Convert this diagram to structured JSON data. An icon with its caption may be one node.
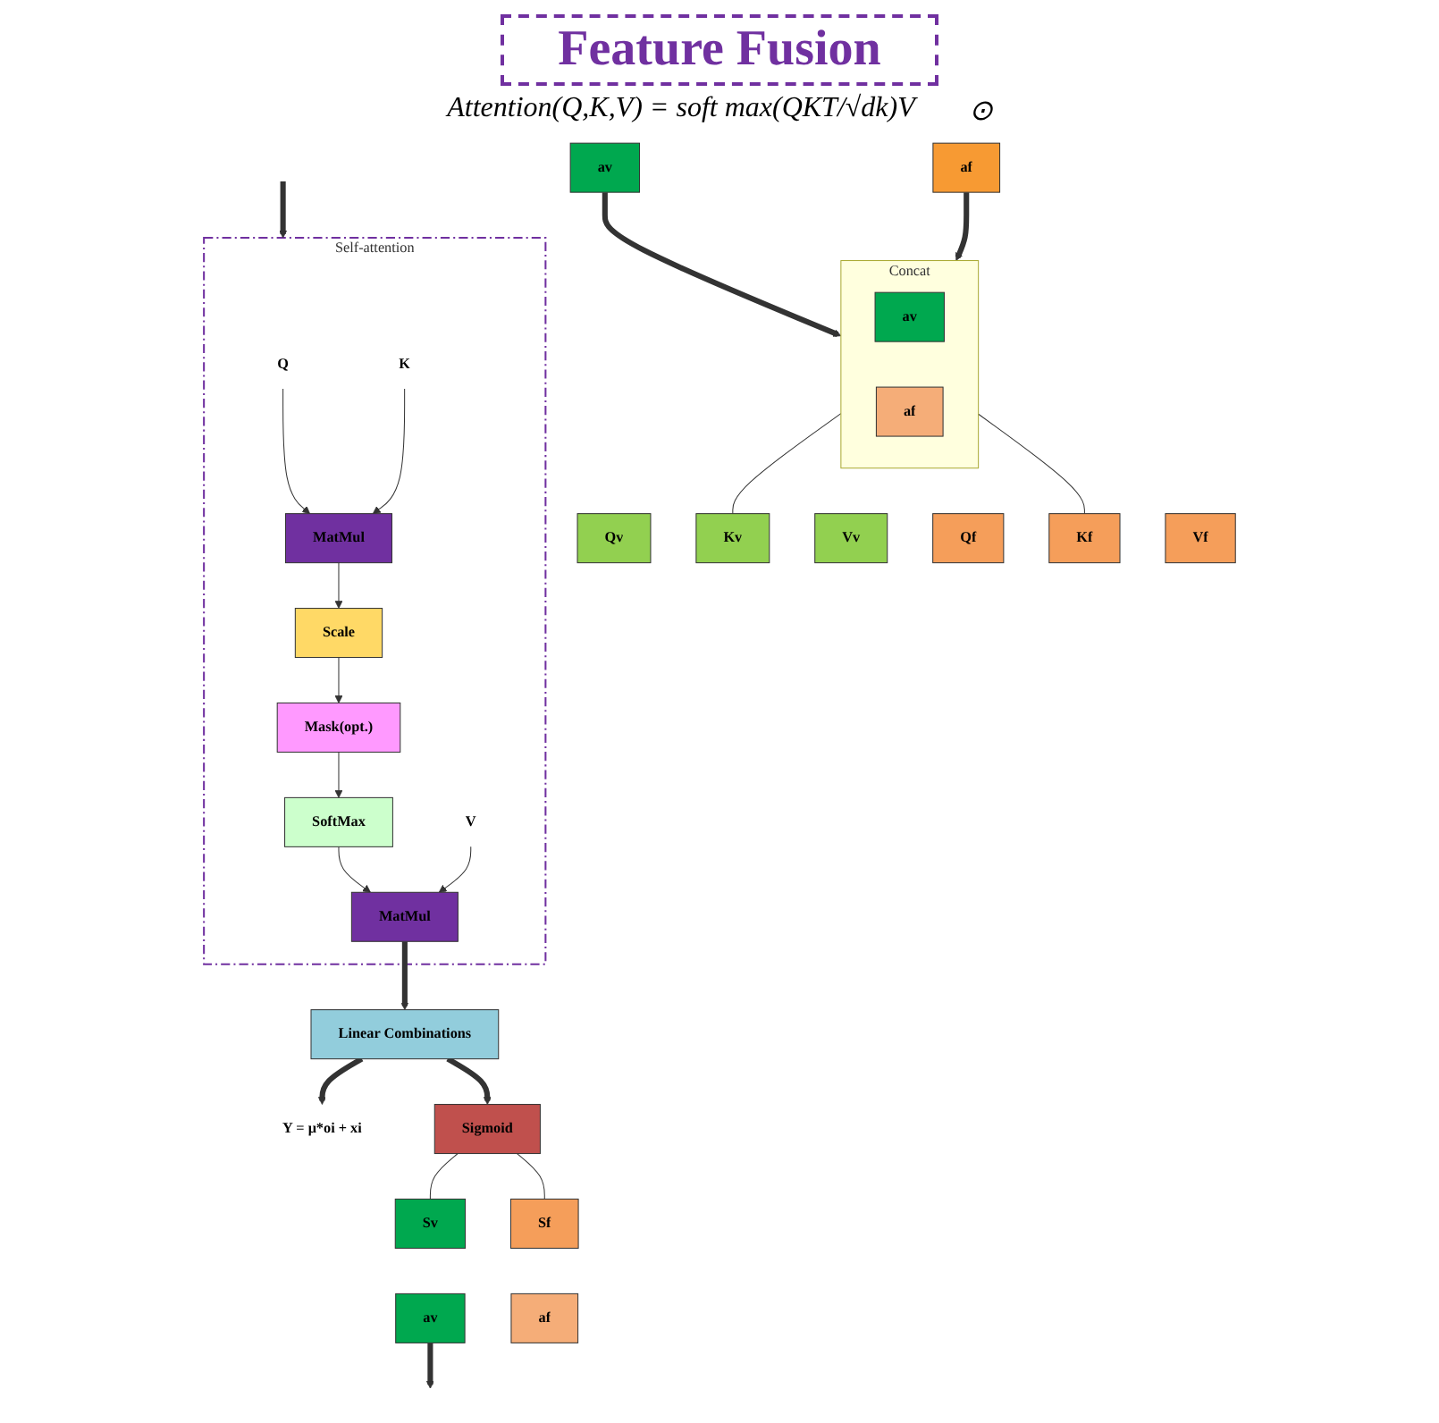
{
  "diagram": {
    "title": "Feature Fusion",
    "nodes": [
      {
        "text": [
          "av"
        ]
      },
      {
        "text": [
          "Concat"
        ]
      },
      {
        "text": [
          "av"
        ],
        "in": 1
      },
      {
        "text": [
          "af"
        ],
        "in": 1
      },
      {
        "text": [
          "af"
        ]
      },
      {
        "text": [
          "Qv"
        ]
      },
      {
        "text": [
          "Kv"
        ]
      },
      {
        "text": [
          "Vv"
        ]
      },
      {
        "text": [
          "Qf"
        ]
      },
      {
        "text": [
          "Kf"
        ]
      },
      {
        "text": [
          "Vf"
        ]
      },
      {
        "text": [
          "Self-attention"
        ]
      },
      {
        "text": [
          "Q"
        ],
        "in": 11
      },
      {
        "text": [
          "K"
        ],
        "in": 11
      },
      {
        "text": [
          "V"
        ],
        "in": 11
      },
      {
        "text": [
          "MatMul"
        ],
        "in": 11
      },
      {
        "text": [
          "Scale"
        ],
        "in": 11
      },
      {
        "text": [
          "Mask(opt.)"
        ],
        "in": 11
      },
      {
        "text": [
          "SoftMax"
        ],
        "in": 11
      },
      {
        "text": [
          "MatMul"
        ],
        "in": 11
      },
      {
        "text": [
          "Linear Combinations"
        ]
      },
      {
        "text": [
          "Y = μ*oi + xi"
        ]
      },
      {
        "text": [
          "Sigmoid"
        ]
      },
      {
        "text": [
          "Sv"
        ]
      },
      {
        "text": [
          "Sf"
        ]
      },
      {
        "text": [
          "av"
        ]
      },
      {
        "text": [
          "af"
        ]
      }
    ],
    "edges": [
      {
        "from": 0,
        "to": 1,
        "arrow": "to",
        "style": "thick"
      },
      {
        "from": 4,
        "to": 1,
        "arrow": "to",
        "style": "thick"
      },
      {
        "from": 1,
        "to": 6,
        "arrow": "none"
      },
      {
        "from": 1,
        "to": 9,
        "arrow": "none"
      },
      {
        "from": null,
        "to": 11,
        "arrow": "to",
        "style": "thick"
      },
      {
        "from": 12,
        "to": 15,
        "arrow": "to"
      },
      {
        "from": 13,
        "to": 15,
        "arrow": "to"
      },
      {
        "from": 15,
        "to": 16,
        "arrow": "to"
      },
      {
        "from": 16,
        "to": 17,
        "arrow": "to"
      },
      {
        "from": 17,
        "to": 18,
        "arrow": "to"
      },
      {
        "from": 18,
        "to": 19,
        "arrow": "to"
      },
      {
        "from": 14,
        "to": 19,
        "arrow": "to"
      },
      {
        "from": 19,
        "to": 20,
        "arrow": "to",
        "style": "thick"
      },
      {
        "from": 20,
        "to": 21,
        "arrow": "to",
        "style": "thick"
      },
      {
        "from": 20,
        "to": 22,
        "arrow": "to",
        "style": "thick"
      },
      {
        "from": 22,
        "to": 23,
        "arrow": "none"
      },
      {
        "from": 22,
        "to": 24,
        "arrow": "none"
      },
      {
        "from": 25,
        "to": null,
        "arrow": "to",
        "style": "thick"
      }
    ],
    "labels": [
      "Attention(Q,K,V) = soft max(QKT/√dk)V",
      "⊙"
    ]
  }
}
